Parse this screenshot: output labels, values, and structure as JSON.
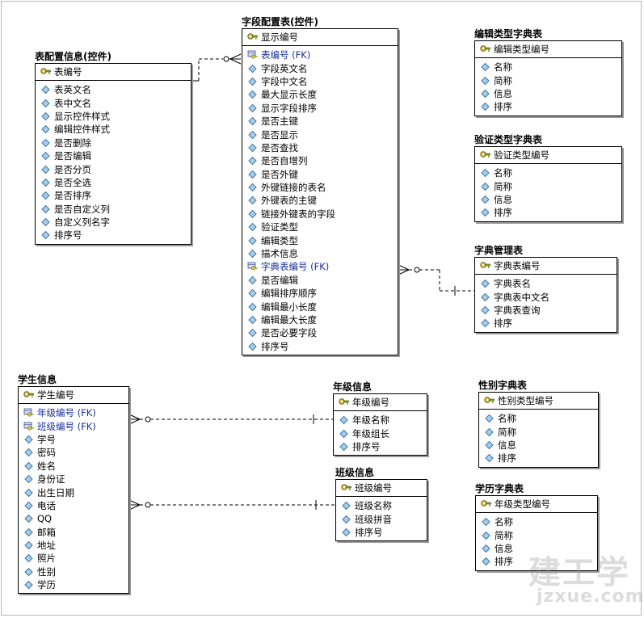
{
  "colors": {
    "fk_text": "#1a2f9a",
    "border": "#000000",
    "shadow": "#9a9a9a"
  },
  "entities": [
    {
      "id": "table_config",
      "title": "表配置信息(控件)",
      "pk": {
        "label": "表编号",
        "icon": "primary-key-icon"
      },
      "attributes": [
        {
          "label": "表英文名",
          "icon": "attribute-diamond-icon"
        },
        {
          "label": "表中文名",
          "icon": "attribute-diamond-icon"
        },
        {
          "label": "显示控件样式",
          "icon": "attribute-diamond-icon"
        },
        {
          "label": "编辑控件样式",
          "icon": "attribute-diamond-icon"
        },
        {
          "label": "是否删除",
          "icon": "attribute-diamond-icon"
        },
        {
          "label": "是否编辑",
          "icon": "attribute-diamond-icon"
        },
        {
          "label": "是否分页",
          "icon": "attribute-diamond-icon"
        },
        {
          "label": "是否全选",
          "icon": "attribute-diamond-icon"
        },
        {
          "label": "是否排序",
          "icon": "attribute-diamond-icon"
        },
        {
          "label": "是否自定义列",
          "icon": "attribute-diamond-icon"
        },
        {
          "label": "自定义列名字",
          "icon": "attribute-diamond-icon"
        },
        {
          "label": "排序号",
          "icon": "attribute-diamond-icon"
        }
      ]
    },
    {
      "id": "field_config",
      "title": "字段配置表(控件)",
      "pk": {
        "label": "显示编号",
        "icon": "primary-key-icon"
      },
      "attributes": [
        {
          "label": "表编号 (FK)",
          "icon": "foreign-key-icon",
          "fk": true
        },
        {
          "label": "字段英文名",
          "icon": "attribute-diamond-icon"
        },
        {
          "label": "字段中文名",
          "icon": "attribute-diamond-icon"
        },
        {
          "label": "最大显示长度",
          "icon": "attribute-diamond-icon"
        },
        {
          "label": "显示字段排序",
          "icon": "attribute-diamond-icon"
        },
        {
          "label": "是否主键",
          "icon": "attribute-diamond-icon"
        },
        {
          "label": "是否显示",
          "icon": "attribute-diamond-icon"
        },
        {
          "label": "是否查找",
          "icon": "attribute-diamond-icon"
        },
        {
          "label": "是否自增列",
          "icon": "attribute-diamond-icon"
        },
        {
          "label": "是否外键",
          "icon": "attribute-diamond-icon"
        },
        {
          "label": "外键链接的表名",
          "icon": "attribute-diamond-icon"
        },
        {
          "label": "外键表的主键",
          "icon": "attribute-diamond-icon"
        },
        {
          "label": "链接外键表的字段",
          "icon": "attribute-diamond-icon"
        },
        {
          "label": "验证类型",
          "icon": "attribute-diamond-icon"
        },
        {
          "label": "编辑类型",
          "icon": "attribute-diamond-icon"
        },
        {
          "label": "描术信息",
          "icon": "attribute-diamond-icon"
        },
        {
          "label": "字典表编号 (FK)",
          "icon": "foreign-key-icon",
          "fk": true
        },
        {
          "label": "是否编辑",
          "icon": "attribute-diamond-icon"
        },
        {
          "label": "编辑排序顺序",
          "icon": "attribute-diamond-icon"
        },
        {
          "label": "编辑最小长度",
          "icon": "attribute-diamond-icon"
        },
        {
          "label": "编辑最大长度",
          "icon": "attribute-diamond-icon"
        },
        {
          "label": "是否必要字段",
          "icon": "attribute-diamond-icon"
        },
        {
          "label": "排序号",
          "icon": "attribute-diamond-icon"
        }
      ]
    },
    {
      "id": "edit_type_dict",
      "title": "编辑类型字典表",
      "pk": {
        "label": "编辑类型编号",
        "icon": "primary-key-icon"
      },
      "attributes": [
        {
          "label": "名称",
          "icon": "attribute-diamond-icon"
        },
        {
          "label": "简称",
          "icon": "attribute-diamond-icon"
        },
        {
          "label": "信息",
          "icon": "attribute-diamond-icon"
        },
        {
          "label": "排序",
          "icon": "attribute-diamond-icon"
        }
      ]
    },
    {
      "id": "validate_type_dict",
      "title": "验证类型字典表",
      "pk": {
        "label": "验证类型编号",
        "icon": "primary-key-icon"
      },
      "attributes": [
        {
          "label": "名称",
          "icon": "attribute-diamond-icon"
        },
        {
          "label": "简称",
          "icon": "attribute-diamond-icon"
        },
        {
          "label": "信息",
          "icon": "attribute-diamond-icon"
        },
        {
          "label": "排序",
          "icon": "attribute-diamond-icon"
        }
      ]
    },
    {
      "id": "dict_manage",
      "title": "字典管理表",
      "pk": {
        "label": "字典表编号",
        "icon": "primary-key-icon"
      },
      "attributes": [
        {
          "label": "字典表名",
          "icon": "attribute-diamond-icon"
        },
        {
          "label": "字典表中文名",
          "icon": "attribute-diamond-icon"
        },
        {
          "label": "字典表查询",
          "icon": "attribute-diamond-icon"
        },
        {
          "label": "排序",
          "icon": "attribute-diamond-icon"
        }
      ]
    },
    {
      "id": "student_info",
      "title": "学生信息",
      "pk": {
        "label": "学生编号",
        "icon": "primary-key-icon"
      },
      "attributes": [
        {
          "label": "年级编号 (FK)",
          "icon": "foreign-key-icon",
          "fk": true
        },
        {
          "label": "班级编号 (FK)",
          "icon": "foreign-key-icon",
          "fk": true
        },
        {
          "label": "学号",
          "icon": "attribute-diamond-icon"
        },
        {
          "label": "密码",
          "icon": "attribute-diamond-icon"
        },
        {
          "label": "姓名",
          "icon": "attribute-diamond-icon"
        },
        {
          "label": "身份证",
          "icon": "attribute-diamond-icon"
        },
        {
          "label": "出生日期",
          "icon": "attribute-diamond-icon"
        },
        {
          "label": "电话",
          "icon": "attribute-diamond-icon"
        },
        {
          "label": "QQ",
          "icon": "attribute-diamond-icon"
        },
        {
          "label": "邮箱",
          "icon": "attribute-diamond-icon"
        },
        {
          "label": "地址",
          "icon": "attribute-diamond-icon"
        },
        {
          "label": "照片",
          "icon": "attribute-diamond-icon"
        },
        {
          "label": "性别",
          "icon": "attribute-diamond-icon"
        },
        {
          "label": "学历",
          "icon": "attribute-diamond-icon"
        }
      ]
    },
    {
      "id": "grade_info",
      "title": "年级信息",
      "pk": {
        "label": "年级编号",
        "icon": "primary-key-icon"
      },
      "attributes": [
        {
          "label": "年级名称",
          "icon": "attribute-diamond-icon"
        },
        {
          "label": "年级组长",
          "icon": "attribute-diamond-icon"
        },
        {
          "label": "排序号",
          "icon": "attribute-diamond-icon"
        }
      ]
    },
    {
      "id": "class_info",
      "title": "班级信息",
      "pk": {
        "label": "班级编号",
        "icon": "primary-key-icon"
      },
      "attributes": [
        {
          "label": "班级名称",
          "icon": "attribute-diamond-icon"
        },
        {
          "label": "班级拼音",
          "icon": "attribute-diamond-icon"
        },
        {
          "label": "排序号",
          "icon": "attribute-diamond-icon"
        }
      ]
    },
    {
      "id": "gender_dict",
      "title": "性别字典表",
      "pk": {
        "label": "性别类型编号",
        "icon": "primary-key-icon"
      },
      "attributes": [
        {
          "label": "名称",
          "icon": "attribute-diamond-icon"
        },
        {
          "label": "简称",
          "icon": "attribute-diamond-icon"
        },
        {
          "label": "信息",
          "icon": "attribute-diamond-icon"
        },
        {
          "label": "排序",
          "icon": "attribute-diamond-icon"
        }
      ]
    },
    {
      "id": "education_dict",
      "title": "学历字典表",
      "pk": {
        "label": "年级类型编号",
        "icon": "primary-key-icon"
      },
      "attributes": [
        {
          "label": "名称",
          "icon": "attribute-diamond-icon"
        },
        {
          "label": "简称",
          "icon": "attribute-diamond-icon"
        },
        {
          "label": "信息",
          "icon": "attribute-diamond-icon"
        },
        {
          "label": "排序",
          "icon": "attribute-diamond-icon"
        }
      ]
    }
  ],
  "relationships": [
    {
      "from": "table_config",
      "to": "field_config",
      "style": "one-to-many",
      "line": "dashed"
    },
    {
      "from": "dict_manage",
      "to": "field_config",
      "style": "one-to-many",
      "line": "dashed"
    },
    {
      "from": "grade_info",
      "to": "student_info",
      "style": "one-to-many",
      "line": "dashed"
    },
    {
      "from": "class_info",
      "to": "student_info",
      "style": "one-to-many",
      "line": "dashed"
    }
  ],
  "watermark": {
    "logo": "建工学",
    "url": "jzxue.com"
  }
}
